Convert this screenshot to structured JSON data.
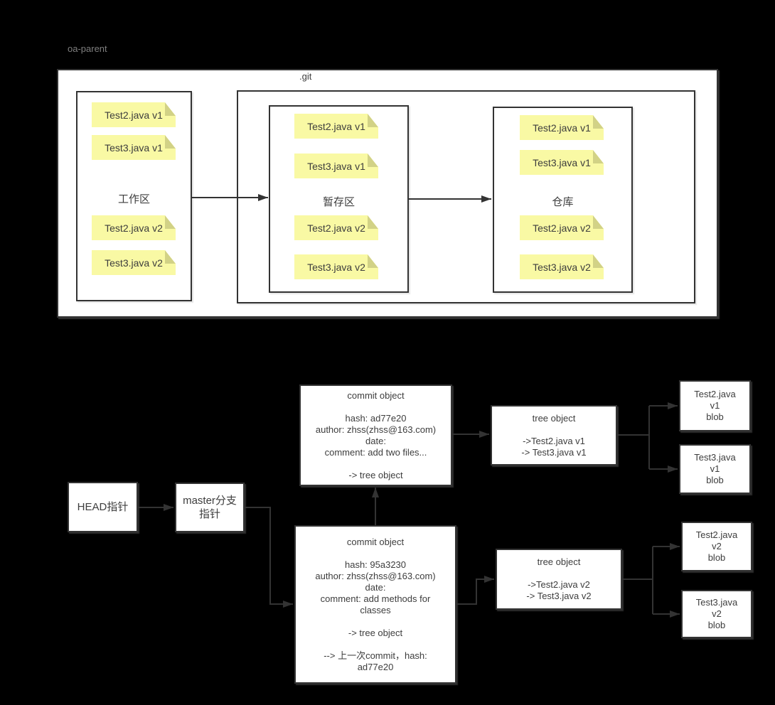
{
  "colors": {
    "background": "#000000",
    "box_fill": "#ffffff",
    "box_border": "#333333",
    "note_fill": "#f9f9a4",
    "note_fold": "#d2d286",
    "text": "#3d3d3d",
    "muted_label": "#7f7f7f"
  },
  "header": {
    "project_label": "oa-parent"
  },
  "workspace_diagram": {
    "git_folder_label": ".git",
    "areas": [
      {
        "id": "working",
        "label": "工作区",
        "notes": [
          "Test2.java v1",
          "Test3.java v1",
          "Test2.java v2",
          "Test3.java v2"
        ]
      },
      {
        "id": "staging",
        "label": "暂存区",
        "notes": [
          "Test2.java v1",
          "Test3.java v1",
          "Test2.java v2",
          "Test3.java v2"
        ]
      },
      {
        "id": "repository",
        "label": "仓库",
        "notes": [
          "Test2.java v1",
          "Test3.java v1",
          "Test2.java v2",
          "Test3.java v2"
        ]
      }
    ]
  },
  "object_graph": {
    "head_pointer": {
      "label": "HEAD指针"
    },
    "master_pointer": {
      "line1": "master分支",
      "line2": "指针"
    },
    "commits": [
      {
        "title": "commit object",
        "body": [
          "hash: ad77e20",
          "author: zhss(zhss@163.com)",
          "date:",
          "comment: add two files..."
        ],
        "tree_ref": "-> tree object"
      },
      {
        "title": "commit object",
        "body": [
          "hash: 95a3230",
          "author: zhss(zhss@163.com)",
          "date:",
          "comment: add methods for",
          "classes"
        ],
        "tree_ref": "-> tree object",
        "parent_ref_line1": "--> 上一次commit，hash:",
        "parent_ref_line2": "ad77e20"
      }
    ],
    "trees": [
      {
        "title": "tree object",
        "entries": [
          "->Test2.java v1",
          "-> Test3.java v1"
        ]
      },
      {
        "title": "tree object",
        "entries": [
          "->Test2.java v2",
          "-> Test3.java v2"
        ]
      }
    ],
    "blobs": [
      {
        "lines": [
          "Test2.java",
          "v1",
          "blob"
        ]
      },
      {
        "lines": [
          "Test3.java",
          "v1",
          "blob"
        ]
      },
      {
        "lines": [
          "Test2.java",
          "v2",
          "blob"
        ]
      },
      {
        "lines": [
          "Test3.java",
          "v2",
          "blob"
        ]
      }
    ]
  }
}
